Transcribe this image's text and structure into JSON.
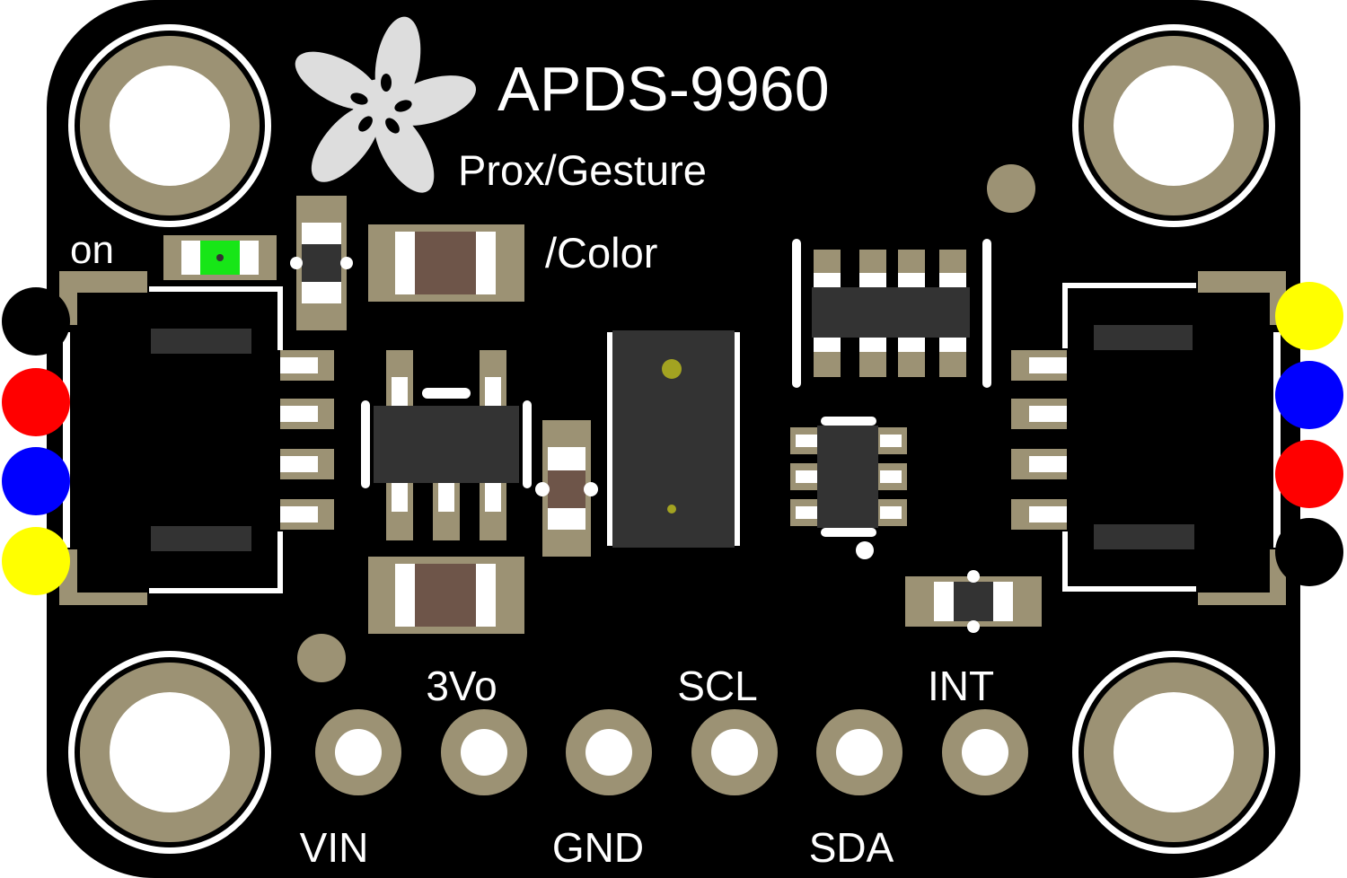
{
  "board": {
    "title": "APDS-9960",
    "subtitle_line1": "Prox/Gesture",
    "subtitle_line2": "/Color",
    "power_led_label": "on"
  },
  "pins": {
    "top_labels": [
      "3Vo",
      "SCL",
      "INT"
    ],
    "bottom_labels": [
      "VIN",
      "GND",
      "SDA"
    ]
  },
  "colors": {
    "pcb": "#000000",
    "copper": "#9c9274",
    "silkscreen": "#ffffff",
    "ic_body": "#333333",
    "capacitor_body": "#6e5549",
    "led_green": "#17e617",
    "wire_black": "#000000",
    "wire_red": "#ff0000",
    "wire_blue": "#0000ff",
    "wire_yellow": "#ffff00"
  },
  "stemma_left_wire_colors": [
    "black",
    "red",
    "blue",
    "yellow"
  ],
  "stemma_right_wire_colors": [
    "yellow",
    "blue",
    "red",
    "black"
  ],
  "icons": [
    "adafruit-flower-logo"
  ]
}
